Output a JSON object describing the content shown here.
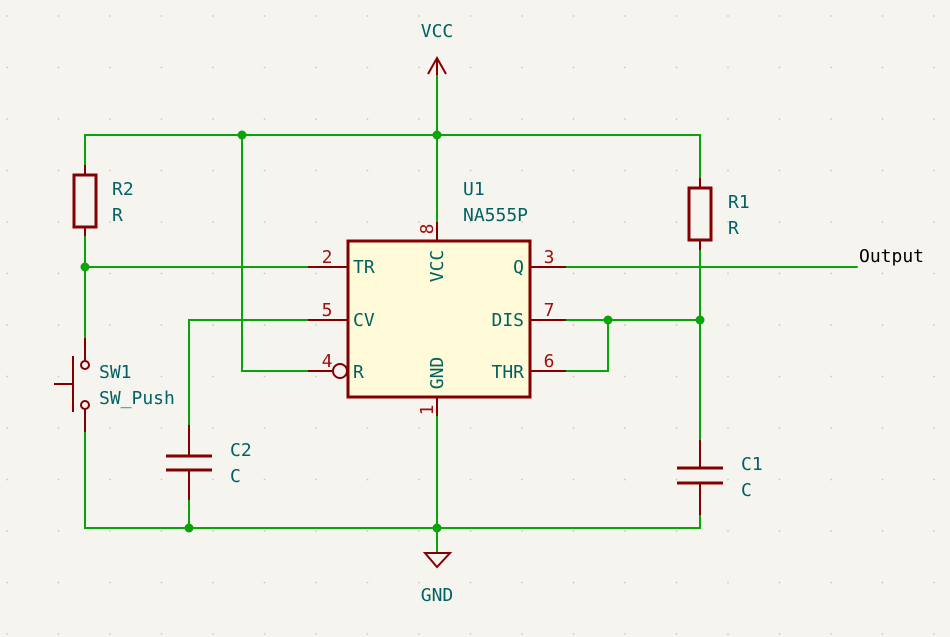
{
  "power": {
    "vcc": "VCC",
    "gnd": "GND"
  },
  "net_labels": {
    "output": "Output"
  },
  "u1": {
    "ref": "U1",
    "value": "NA555P",
    "pins": {
      "tr": {
        "num": "2",
        "name": "TR"
      },
      "cv": {
        "num": "5",
        "name": "CV"
      },
      "r": {
        "num": "4",
        "name": "R"
      },
      "q": {
        "num": "3",
        "name": "Q"
      },
      "dis": {
        "num": "7",
        "name": "DIS"
      },
      "thr": {
        "num": "6",
        "name": "THR"
      },
      "vcc": {
        "num": "8",
        "name": "VCC"
      },
      "gnd": {
        "num": "1",
        "name": "GND"
      }
    }
  },
  "r1": {
    "ref": "R1",
    "value": "R"
  },
  "r2": {
    "ref": "R2",
    "value": "R"
  },
  "c1": {
    "ref": "C1",
    "value": "C"
  },
  "c2": {
    "ref": "C2",
    "value": "C"
  },
  "sw1": {
    "ref": "SW1",
    "value": "SW_Push"
  },
  "colors": {
    "wire": "#0aa40a",
    "symbol": "#840000",
    "symbol_fill": "#fffbd8",
    "text": "#006262",
    "background": "#f5f4ef"
  }
}
